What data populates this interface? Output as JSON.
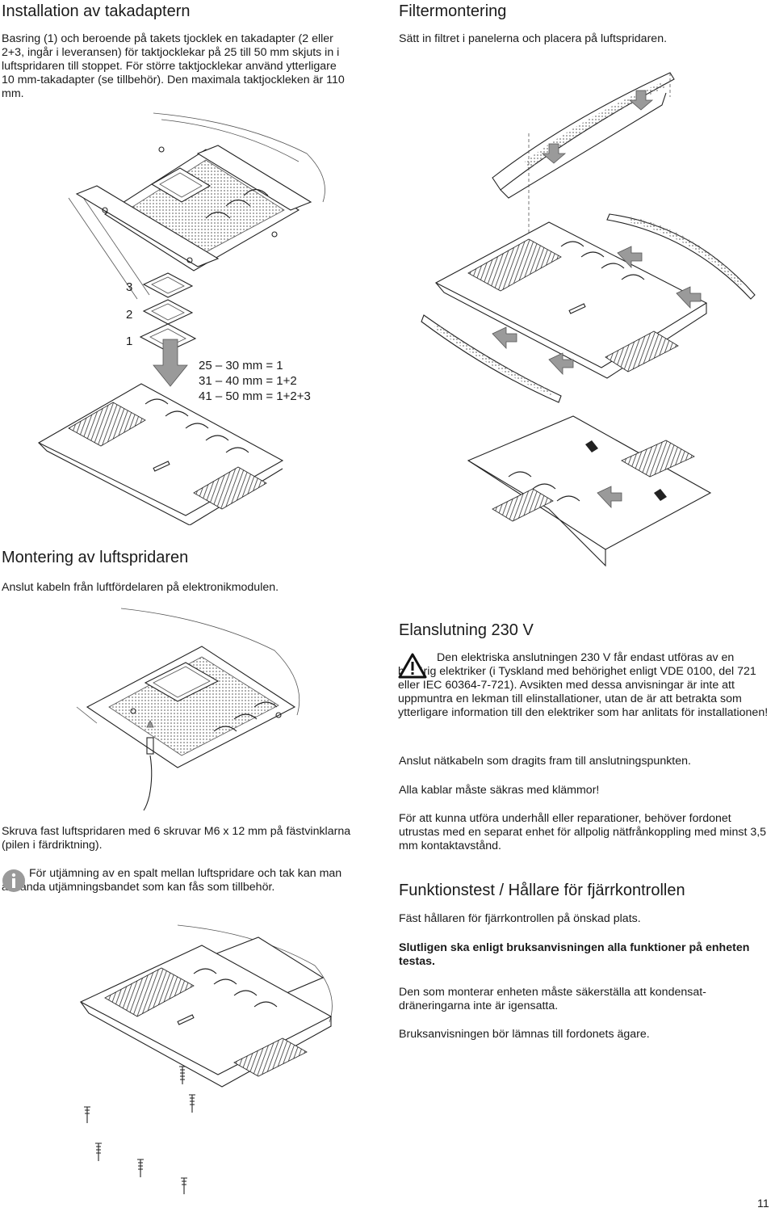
{
  "installation": {
    "title": "Installation av takadaptern",
    "text": "Basring (1) och beroende på takets tjocklek en takadapter (2 eller 2+3, ingår i leveransen) för taktjocklekar på 25 till 50 mm skjuts in i luftspridaren till stoppet. För större taktjock­lekar använd ytterligare 10 mm-takadapter (se tillbehör). Den maximala taktjockleken är 110 mm."
  },
  "figure_adapter": {
    "labels": [
      "3",
      "2",
      "1"
    ],
    "ranges": [
      "25 – 30 mm = 1",
      "31 – 40 mm = 1+2",
      "41 – 50 mm = 1+2+3"
    ]
  },
  "filter": {
    "title": "Filtermontering",
    "text": "Sätt in filtret i panelerna och placera på luftspridaren."
  },
  "mounting": {
    "title": "Montering av luftspridaren",
    "text": "Anslut kabeln från luftfördelaren på elektronikmodulen.",
    "screw_text": "Skruva fast luftspridaren med 6 skruvar M6 x 12 mm på fästvinklarna (pilen i färdriktning).",
    "info_text": "För utjämning av en spalt mellan luftspridare och tak kan man använda utjämningsbandet som kan fås som tillbehör."
  },
  "electrical": {
    "title": "Elanslutning 230 V",
    "warning": "Den elektriska anslutningen 230 V får endast utföras av en behörig elektriker (i Tyskland med behörighet enligt VDE 0100, del 721 eller IEC 60364-7-721). Avsikten med dessa anvisningar är inte att uppmuntra en lekman till elinstal­lationer, utan de är att betrakta som ytterligare information till den elektriker som har anlitats för installationen!",
    "p1": "Anslut nätkabeln som dragits fram till anslutningspunkten.",
    "p2": "Alla kablar måste säkras med klämmor!",
    "p3": "För att kunna utföra underhåll eller reparationer, behöver fordonet utrustas med en separat enhet för allpolig nätfrånkoppling med minst 3,5 mm kontaktavstånd."
  },
  "function": {
    "title": "Funktionstest / Hållare för fjärrkontrollen",
    "p1": "Fäst hållaren för fjärrkontrollen på önskad plats.",
    "p2": "Slutligen ska enligt bruksanvisningen alla funktioner på enheten testas.",
    "p3": "Den som monterar enheten måste säkerställa att kondensat­dräneringarna inte är igensatta.",
    "p4": "Bruksanvisningen bör lämnas till fordonets ägare."
  },
  "icons": {
    "warning": "warning-triangle-icon",
    "info": "info-circle-icon"
  },
  "page_number": "11"
}
